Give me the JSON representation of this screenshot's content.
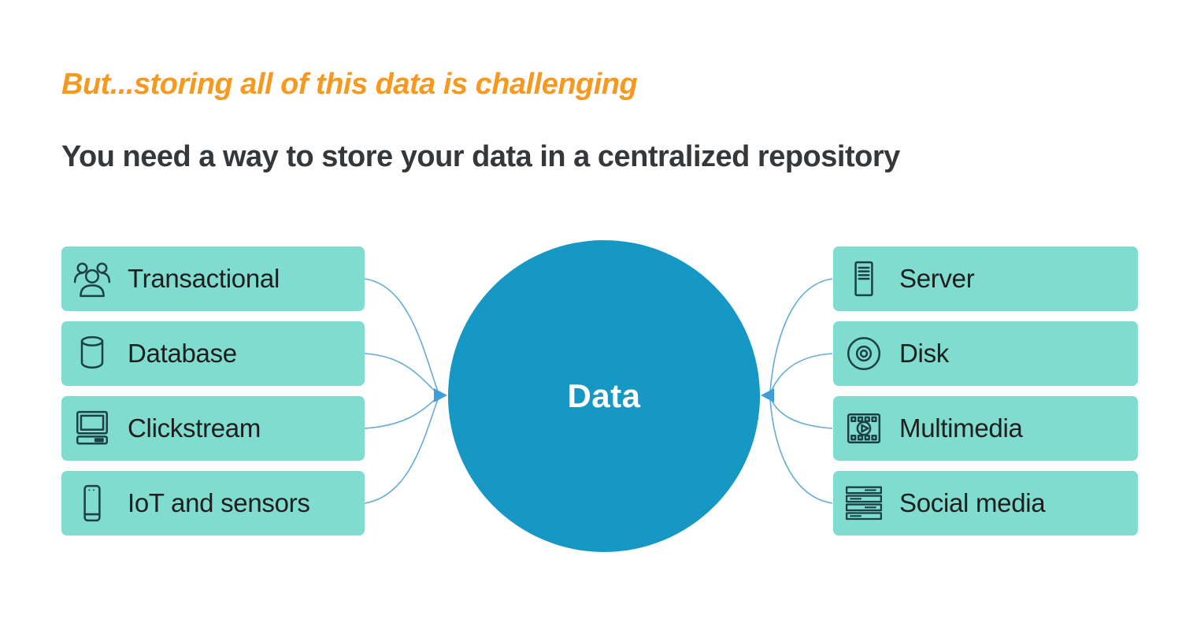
{
  "slide": {
    "title": "But...storing all of this data is challenging",
    "subtitle": "You need a way to store your data in a centralized repository"
  },
  "diagram": {
    "center": {
      "label": "Data"
    },
    "left_sources": [
      {
        "label": "Transactional",
        "icon": "people-group-icon"
      },
      {
        "label": "Database",
        "icon": "database-cylinder-icon"
      },
      {
        "label": "Clickstream",
        "icon": "desktop-computer-icon"
      },
      {
        "label": "IoT and sensors",
        "icon": "mobile-phone-icon"
      }
    ],
    "right_sources": [
      {
        "label": "Server",
        "icon": "server-tower-icon"
      },
      {
        "label": "Disk",
        "icon": "disk-icon"
      },
      {
        "label": "Multimedia",
        "icon": "film-media-icon"
      },
      {
        "label": "Social media",
        "icon": "feed-list-icon"
      }
    ],
    "colors": {
      "box_fill": "#7FDCCF",
      "icon_stroke": "#1D4045",
      "circle_fill": "#1697C4",
      "connector_line": "#64ABD8",
      "arrowhead": "#3E9FD6",
      "title_orange": "#F7981F",
      "subtitle_dark": "#35383B",
      "box_text": "#1E1E1E",
      "circle_text": "#FFFFFF"
    }
  }
}
